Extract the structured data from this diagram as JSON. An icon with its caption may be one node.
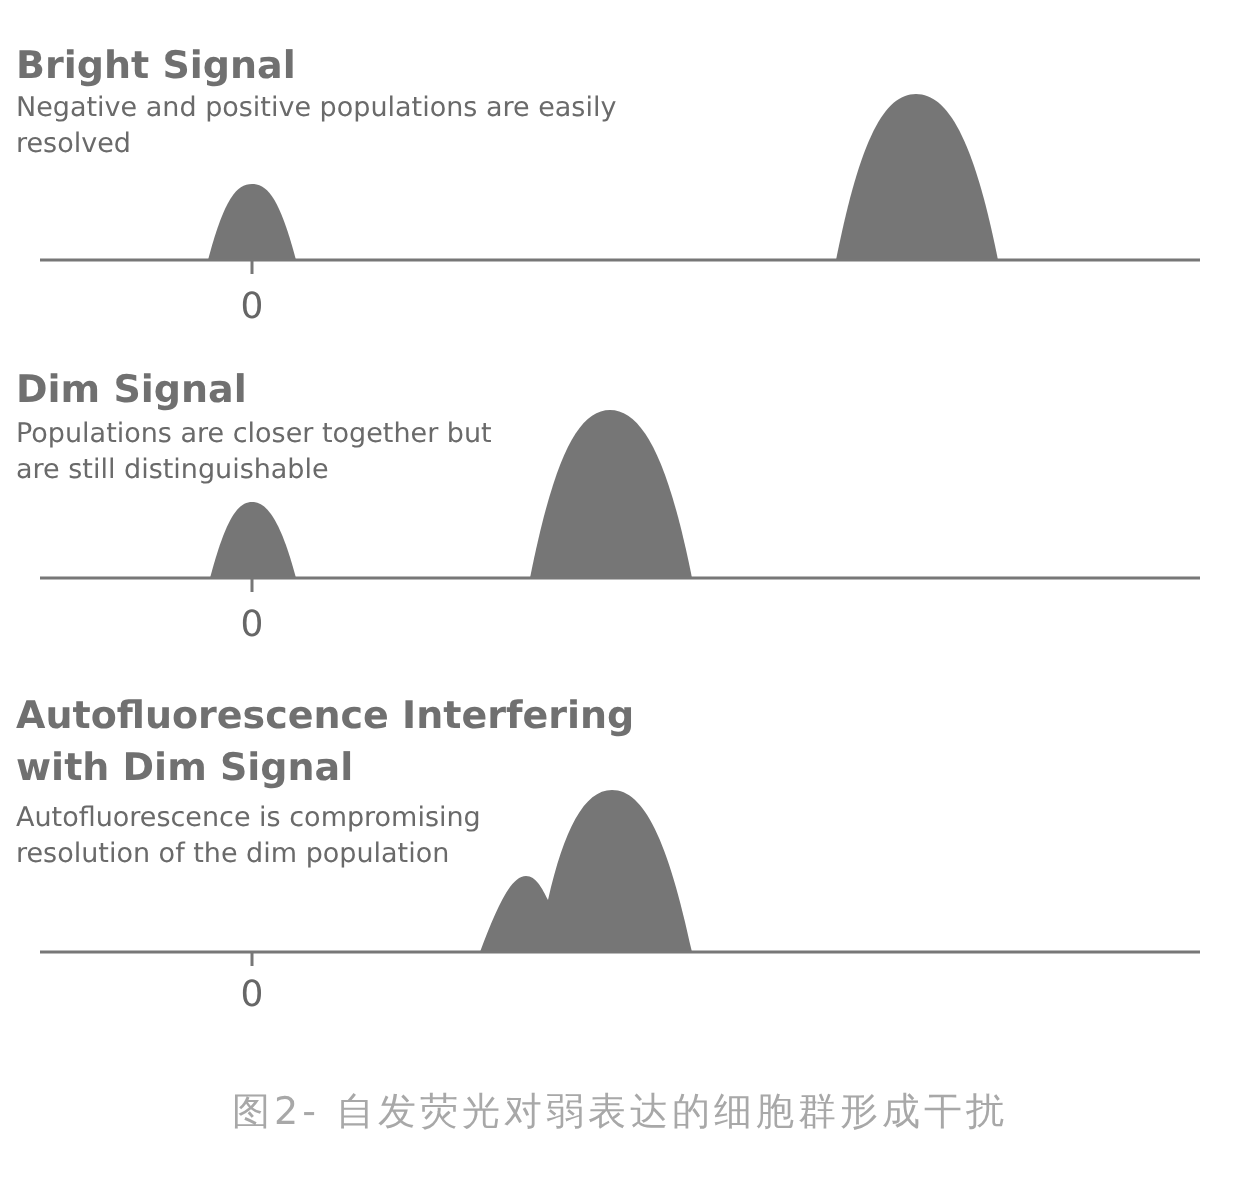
{
  "diagram": {
    "caption": "图2- 自发荧光对弱表达的细胞群形成干扰",
    "labels": [
      "Bright Signal",
      "Negative and positive populations are easily resolved",
      "0",
      "Dim Signal",
      "Populations are closer together but are still distinguishable",
      "0",
      "Autofluorescence Interfering with Dim Signal",
      "Autofluorescence is compromising resolution of the dim population",
      "0"
    ]
  }
}
